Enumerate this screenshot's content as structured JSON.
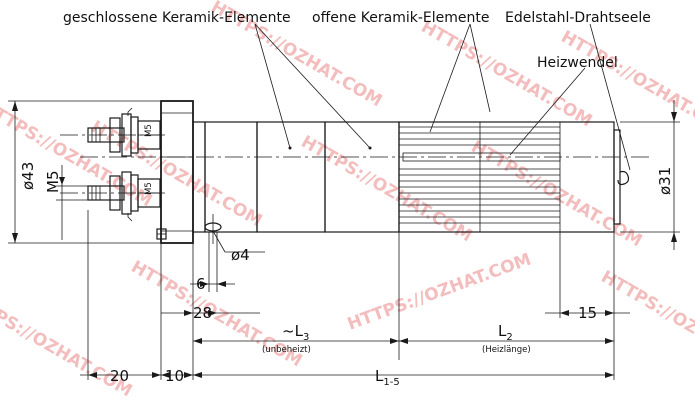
{
  "labels": {
    "closed_ceramic": "geschlossene Keramik-Elemente",
    "open_ceramic": "offene Keramik-Elemente",
    "steel_wire": "Edelstahl-Drahtseele",
    "heating_coil": "Heizwendel"
  },
  "dimensions": {
    "d43": "ø43",
    "m5": "M5",
    "d31": "ø31",
    "d4": "ø4",
    "six": "6",
    "twenty_eight": "28",
    "fifteen": "15",
    "twenty": "20",
    "ten": "10",
    "l3": "~L",
    "l3_sub": "3",
    "l3_note": "(unbeheizt)",
    "l2": "L",
    "l2_sub": "2",
    "l2_note": "(Heizlänge)",
    "l15": "L",
    "l15_sub": "1-5"
  },
  "terminal_marks": {
    "top": "M5",
    "bottom": "M5"
  },
  "watermark": "HTTPS://OZHAT.COM",
  "colors": {
    "line": "#1a1a1a",
    "watermark": "#f1a8a8"
  }
}
